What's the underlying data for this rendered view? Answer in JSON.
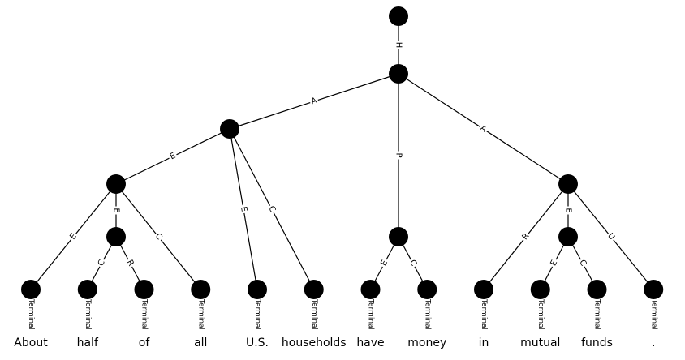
{
  "tree": {
    "nodes": [
      {
        "id": "root"
      },
      {
        "id": "n1"
      },
      {
        "id": "n2"
      },
      {
        "id": "n3"
      },
      {
        "id": "n4"
      },
      {
        "id": "n5"
      },
      {
        "id": "n6"
      },
      {
        "id": "n7"
      }
    ],
    "edges": [
      {
        "from": "root",
        "to": "n1",
        "label": "H"
      },
      {
        "from": "n1",
        "to": "n2",
        "label": "A"
      },
      {
        "from": "n1",
        "to": "n5",
        "label": "P"
      },
      {
        "from": "n1",
        "to": "n6",
        "label": "A"
      },
      {
        "from": "n2",
        "to": "n3",
        "label": "E"
      },
      {
        "from": "n2",
        "to": "t4",
        "label": "E"
      },
      {
        "from": "n2",
        "to": "t5",
        "label": "C"
      },
      {
        "from": "n3",
        "to": "t0",
        "label": "E"
      },
      {
        "from": "n3",
        "to": "n4",
        "label": "E"
      },
      {
        "from": "n3",
        "to": "t3",
        "label": "C"
      },
      {
        "from": "n4",
        "to": "t1",
        "label": "C"
      },
      {
        "from": "n4",
        "to": "t2",
        "label": "R"
      },
      {
        "from": "n5",
        "to": "t6",
        "label": "E"
      },
      {
        "from": "n5",
        "to": "t7",
        "label": "C"
      },
      {
        "from": "n6",
        "to": "t8",
        "label": "R"
      },
      {
        "from": "n6",
        "to": "n7",
        "label": "E"
      },
      {
        "from": "n6",
        "to": "t11",
        "label": "U"
      },
      {
        "from": "n7",
        "to": "t9",
        "label": "E"
      },
      {
        "from": "n7",
        "to": "t10",
        "label": "C"
      }
    ],
    "terminal_label": "Terminal",
    "words": [
      "About",
      "half",
      "of",
      "all",
      "U.S.",
      "households",
      "have",
      "money",
      "in",
      "mutual",
      "funds",
      "."
    ]
  }
}
